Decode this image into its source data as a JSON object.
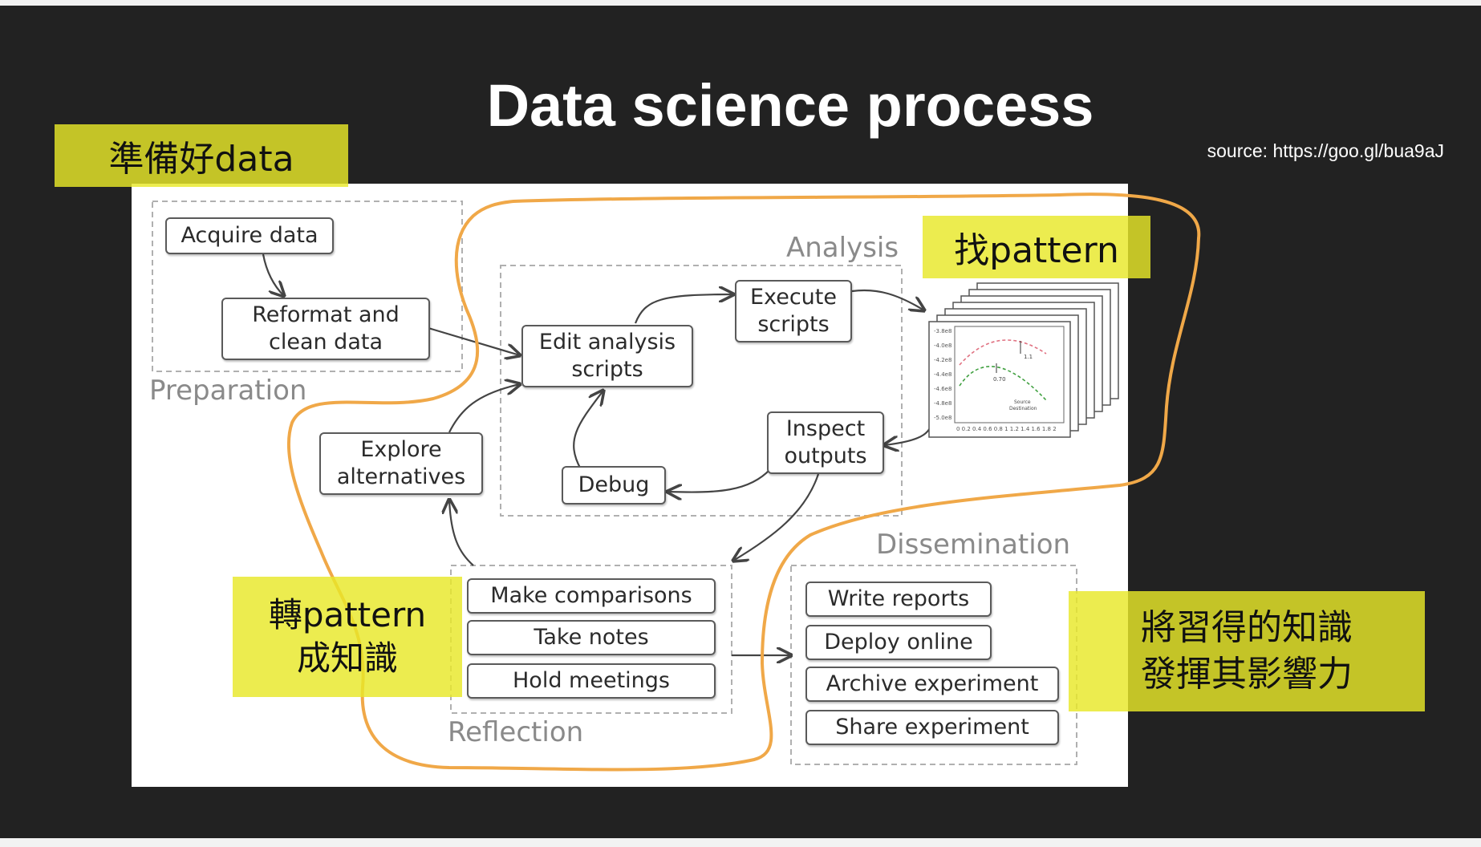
{
  "slide": {
    "title": "Data science process",
    "source": "source: https://goo.gl/bua9aJ",
    "colors": {
      "background": "#222222",
      "panel": "#ffffff",
      "highlight": "#e8e828",
      "orange_outline": "#f0a848",
      "box_border": "#5a5a5a",
      "group_label": "#8a8a8a"
    }
  },
  "diagram": {
    "groups": {
      "preparation": "Preparation",
      "analysis": "Analysis",
      "reflection": "Reflection",
      "dissemination": "Dissemination"
    },
    "nodes": {
      "acquire_data": "Acquire data",
      "reformat_clean": "Reformat and\nclean data",
      "edit_scripts": "Edit analysis\nscripts",
      "execute_scripts": "Execute\nscripts",
      "inspect_outputs": "Inspect\noutputs",
      "debug": "Debug",
      "explore_alternatives": "Explore\nalternatives",
      "make_comparisons": "Make comparisons",
      "take_notes": "Take notes",
      "hold_meetings": "Hold meetings",
      "write_reports": "Write reports",
      "deploy_online": "Deploy online",
      "archive_experiment": "Archive experiment",
      "share_experiment": "Share experiment"
    },
    "plot_thumbnail": {
      "y_ticks": [
        "-3.8e8",
        "-4.0e8",
        "-4.2e8",
        "-4.4e8",
        "-4.6e8",
        "-4.8e8",
        "-5.0e8"
      ],
      "x_ticks": "0 0.2 0.4 0.6 0.8 1 1.2 1.4 1.6 1.8 2",
      "annotations": [
        "1.1",
        "0.70"
      ],
      "legend": [
        "Source",
        "Destination"
      ],
      "series_colors": [
        "#e07080",
        "#40a040"
      ]
    }
  },
  "notes": {
    "prepare_data": "準備好data",
    "find_pattern": "找pattern",
    "pattern_to_knowledge": "轉pattern\n成知識",
    "impact": "將習得的知識\n發揮其影響力"
  }
}
